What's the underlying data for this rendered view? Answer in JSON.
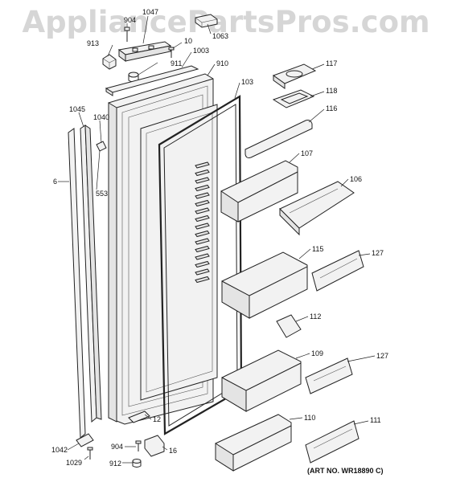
{
  "watermark": "AppliancePartsPros.com",
  "art_number": "(ART NO. WR18890 C)",
  "labels": {
    "p904a": "904",
    "p1047": "1047",
    "p1063": "1063",
    "p913": "913",
    "p10": "10",
    "p911": "911",
    "p1003": "1003",
    "p910": "910",
    "p103": "103",
    "p117": "117",
    "p118": "118",
    "p116": "116",
    "p1045": "1045",
    "p1040": "1040",
    "p6": "6",
    "p553": "553",
    "p107": "107",
    "p106": "106",
    "p115": "115",
    "p127a": "127",
    "p112": "112",
    "p109": "109",
    "p127b": "127",
    "p12": "12",
    "p110": "110",
    "p111": "111",
    "p1042": "1042",
    "p904b": "904",
    "p16": "16",
    "p1029": "1029",
    "p912": "912"
  }
}
